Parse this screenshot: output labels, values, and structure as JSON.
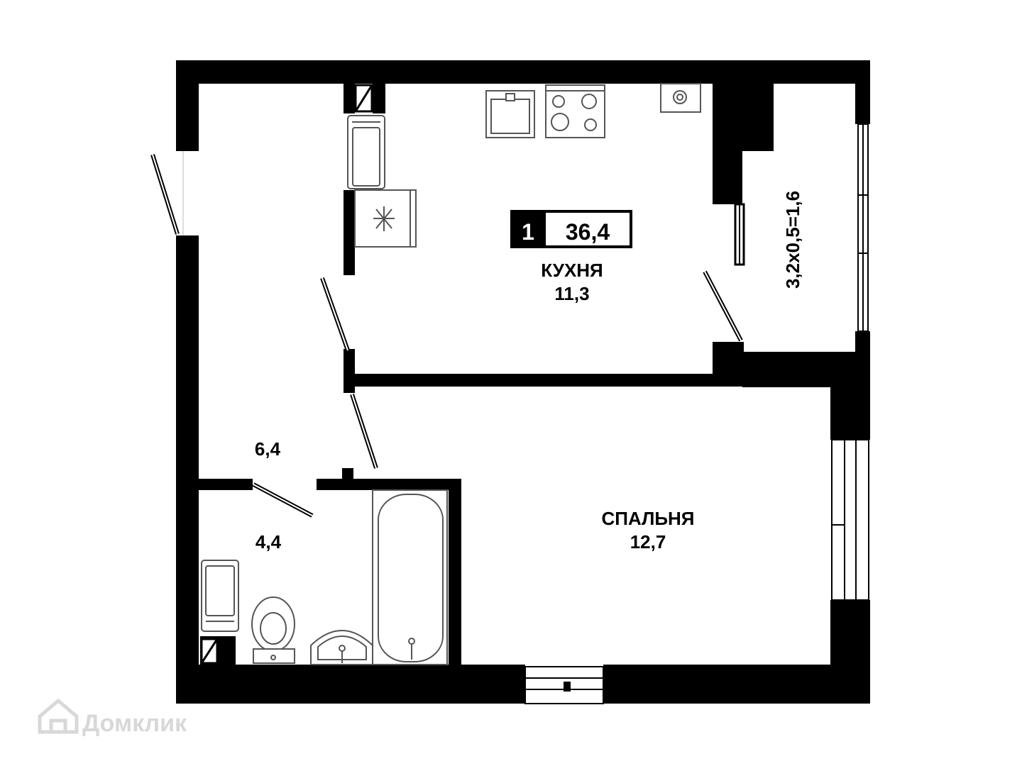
{
  "badge": {
    "rooms": "1",
    "total_area": "36,4"
  },
  "rooms": {
    "kitchen": {
      "name": "КУХНЯ",
      "area": "11,3"
    },
    "bedroom": {
      "name": "СПАЛЬНЯ",
      "area": "12,7"
    },
    "hall": {
      "area": "6,4"
    },
    "bathroom": {
      "area": "4,4"
    }
  },
  "balcony": {
    "label": "3,2x0,5=1,6"
  },
  "watermark": {
    "text": "Домклик"
  },
  "colors": {
    "wall": "#000000",
    "background": "#ffffff",
    "fixture": "#555555"
  }
}
